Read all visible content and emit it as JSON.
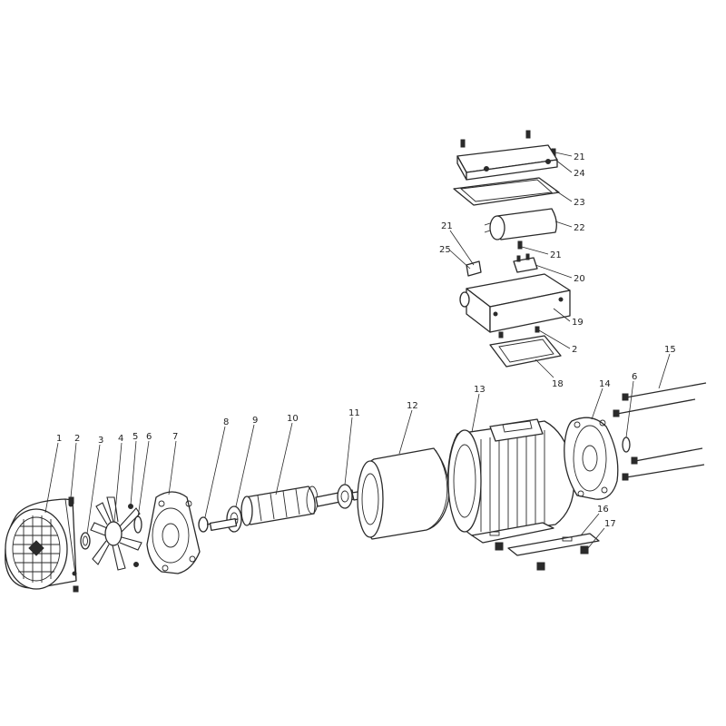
{
  "callouts": [
    {
      "id": "c1",
      "text": "1"
    },
    {
      "id": "c2",
      "text": "2"
    },
    {
      "id": "c3",
      "text": "3"
    },
    {
      "id": "c4",
      "text": "4"
    },
    {
      "id": "c5",
      "text": "5"
    },
    {
      "id": "c6",
      "text": "6"
    },
    {
      "id": "c7",
      "text": "7"
    },
    {
      "id": "c8",
      "text": "8"
    },
    {
      "id": "c9",
      "text": "9"
    },
    {
      "id": "c10",
      "text": "10"
    },
    {
      "id": "c11",
      "text": "11"
    },
    {
      "id": "c12",
      "text": "12"
    },
    {
      "id": "c13",
      "text": "13"
    },
    {
      "id": "c14",
      "text": "14"
    },
    {
      "id": "c15",
      "text": "15"
    },
    {
      "id": "c6b",
      "text": "6"
    },
    {
      "id": "c16",
      "text": "16"
    },
    {
      "id": "c17",
      "text": "17"
    },
    {
      "id": "c18",
      "text": "18"
    },
    {
      "id": "c2b",
      "text": "2"
    },
    {
      "id": "c19",
      "text": "19"
    },
    {
      "id": "c20",
      "text": "20"
    },
    {
      "id": "c21a",
      "text": "21"
    },
    {
      "id": "c21b",
      "text": "21"
    },
    {
      "id": "c21c",
      "text": "21"
    },
    {
      "id": "c25",
      "text": "25"
    },
    {
      "id": "c22",
      "text": "22"
    },
    {
      "id": "c23",
      "text": "23"
    },
    {
      "id": "c24",
      "text": "24"
    }
  ]
}
